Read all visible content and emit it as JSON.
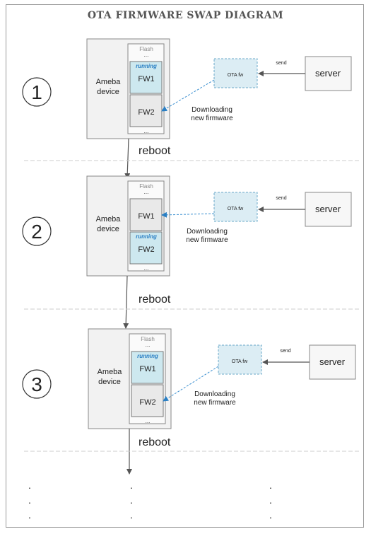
{
  "title": "OTA FIRMWARE SWAP DIAGRAM",
  "labels": {
    "flash": "Flash",
    "ellipsis": "...",
    "running": "running",
    "fw1": "FW1",
    "fw2": "FW2",
    "device_line1": "Ameba",
    "device_line2": "device",
    "ota_fw": "OTA fw",
    "server": "server",
    "send": "send",
    "downloading_line1": "Downloading",
    "downloading_line2": "new firmware",
    "reboot": "reboot",
    "dot": "."
  },
  "stages": [
    {
      "number": "1",
      "running_slot": "FW1",
      "download_target": "FW2"
    },
    {
      "number": "2",
      "running_slot": "FW2",
      "download_target": "FW1"
    },
    {
      "number": "3",
      "running_slot": "FW1",
      "download_target": "FW2"
    }
  ],
  "colors": {
    "running_fill": "#cde8ef",
    "idle_fill": "#e9e9e9",
    "ota_fill": "#dcedf4",
    "dashed_arrow": "#3a8fd0",
    "line": "#555555"
  }
}
